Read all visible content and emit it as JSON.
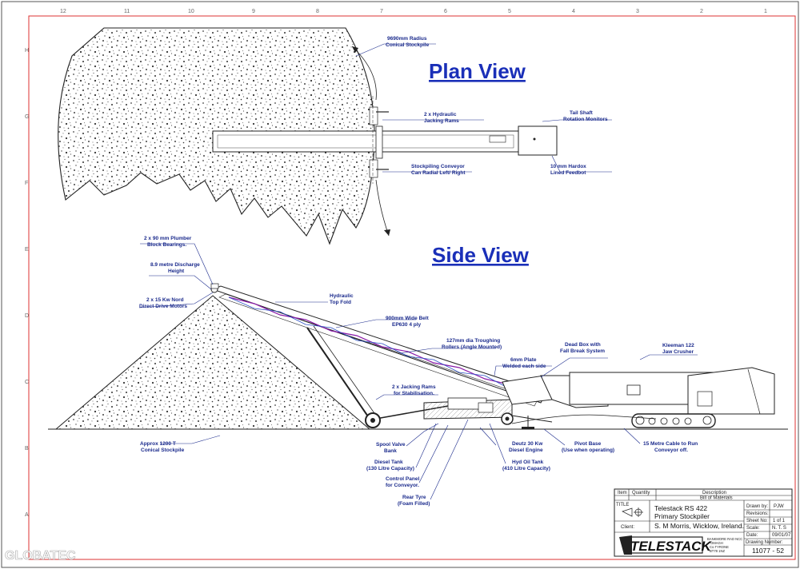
{
  "titles": {
    "plan": "Plan View",
    "side": "Side View"
  },
  "grid": {
    "top_numbers": [
      "12",
      "11",
      "10",
      "9",
      "8",
      "7",
      "6",
      "5",
      "4",
      "3",
      "2",
      "1"
    ],
    "left_letters": [
      "H",
      "G",
      "F",
      "E",
      "D",
      "C",
      "B",
      "A"
    ]
  },
  "plan_labels": {
    "radius_1": "9690mm Radius",
    "radius_2": "Conical Stockpile",
    "rams_1": "2 x Hydraulic",
    "rams_2": "Jacking Rams",
    "tail_1": "Tail Shaft",
    "tail_2": "Rotation Monitors",
    "radial_1": "Stockpiling Conveyor",
    "radial_2": "Can Radial Left/ Right",
    "feed_1": "10 mm Hardox",
    "feed_2": "Lined Feedbot"
  },
  "side_labels": {
    "bearings_1": "2 x 90 mm Plumber",
    "bearings_2": "Block Bearings.",
    "height_1": "8.9 metre Discharge",
    "height_2": "Height",
    "motors_1": "2 x 15 Kw Nord",
    "motors_2": "Direct Drive Motors",
    "fold_1": "Hydraulic",
    "fold_2": "Top Fold",
    "belt_1": "900mm Wide Belt",
    "belt_2": "EP630 4 ply",
    "rollers_1": "127mm dia Troughing",
    "rollers_2": "Rollers (Angle Mounted)",
    "deadbox_1": "Dead Box with",
    "deadbox_2": "Fall Break System",
    "plate_1": "6mm Plate",
    "plate_2": "Welded each side",
    "crusher_1": "Kleeman 122",
    "crusher_2": "Jaw Crusher",
    "jack_1": "2 x Jacking Rams",
    "jack_2": "for Stabilisation.",
    "stockpile_1": "Approx 1200 T",
    "stockpile_2": "Conical Stockpile",
    "spool_1": "Spool Valve",
    "spool_2": "Bank",
    "diesel_1": "Diesel Tank",
    "diesel_2": "(130 Litre Capacity)",
    "control_1": "Control Panel",
    "control_2": "for Conveyor.",
    "tyre_1": "Rear Tyre",
    "tyre_2": "(Foam Filled)",
    "deutz_1": "Deutz 30 Kw",
    "deutz_2": "Diesel Engine",
    "hyd_1": "Hyd Oil Tank",
    "hyd_2": "(410 Litre Capacity)",
    "pivot_1": "Pivot Base",
    "pivot_2": "(Use when operating)",
    "cable_1": "15 Metre Cable to Run",
    "cable_2": "Conveyor off."
  },
  "title_block": {
    "item": "Item",
    "quantity": "Quantity",
    "description": "Description",
    "bill": "Bill of Materials",
    "title_label": "TITLE",
    "title_1": "Telestack  RS  422",
    "title_2": "Primary  Stockpiler",
    "client_label": "Client:",
    "client": "S. M Morris, Wicklow, Ireland.",
    "drawn_label": "Drawn by:",
    "drawn": "PJW",
    "rev_label": "Revisions:",
    "rev": "",
    "sheet_label": "Sheet No:",
    "sheet": "1 of 1",
    "scale_label": "Scale:",
    "scale": "N. T. S",
    "date_label": "Date:",
    "date": "09/01/07",
    "drawno_label": "Drawing Number:",
    "drawno": "11077 - 52",
    "logo": "TELESTACK",
    "address_1": "BANKMORE RAD NCC",
    "address_2": "OMAGH",
    "address_3": "Co.TYRONE",
    "address_4": "BT78 1NZ"
  },
  "watermark": "GLOBATEC"
}
